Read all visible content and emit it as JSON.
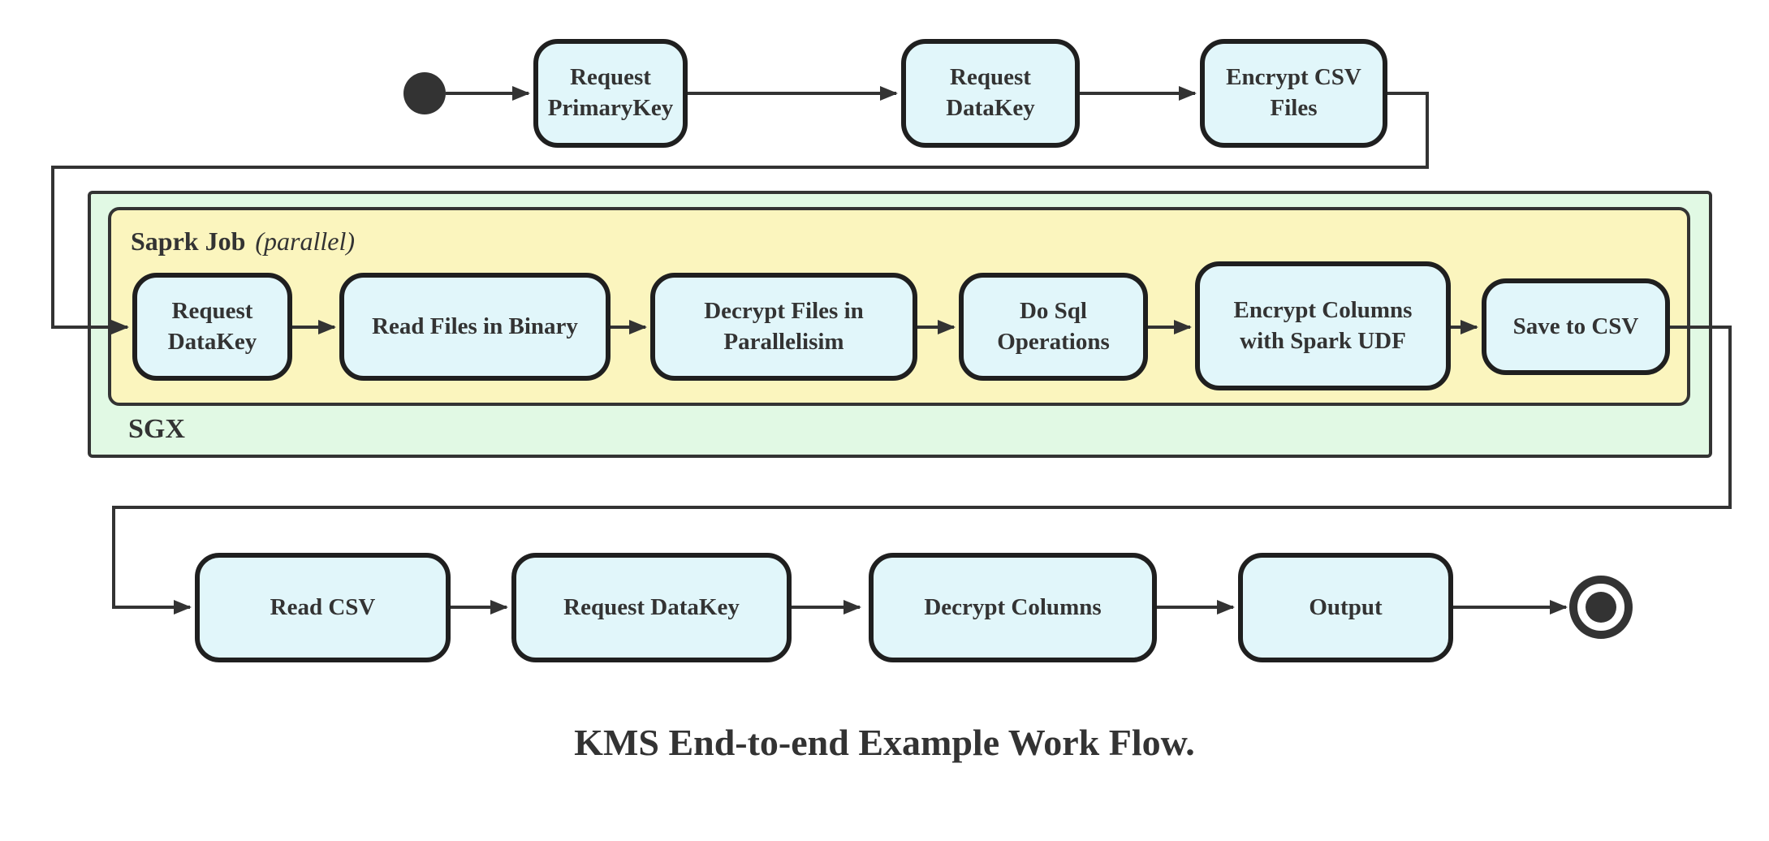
{
  "caption": "KMS End-to-end Example Work Flow.",
  "colors": {
    "node_fill": "#e1f6fa",
    "node_border": "#1f1f1f",
    "green_fill": "#e1f9e4",
    "yellow_fill": "#fbf5be",
    "container_border": "#333333",
    "line": "#333333",
    "text": "#333333"
  },
  "top_row": {
    "nodes": [
      {
        "label": "Request PrimaryKey"
      },
      {
        "label": "Request DataKey"
      },
      {
        "label": "Encrypt CSV Files"
      }
    ]
  },
  "sgx": {
    "label": "SGX",
    "spark_job": {
      "title": "Saprk Job",
      "title_note": "(parallel)",
      "nodes": [
        {
          "label": "Request DataKey"
        },
        {
          "label": "Read Files in Binary"
        },
        {
          "label": "Decrypt Files in Parallelisim"
        },
        {
          "label": "Do Sql Operations"
        },
        {
          "label": "Encrypt Columns with Spark UDF"
        },
        {
          "label": "Save to CSV"
        }
      ]
    }
  },
  "bottom_row": {
    "nodes": [
      {
        "label": "Read CSV"
      },
      {
        "label": "Request DataKey"
      },
      {
        "label": "Decrypt Columns"
      },
      {
        "label": "Output"
      }
    ]
  }
}
